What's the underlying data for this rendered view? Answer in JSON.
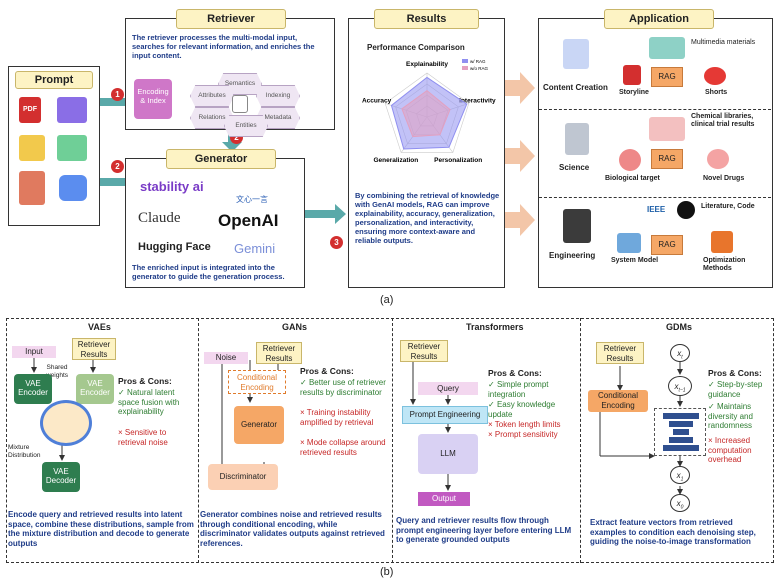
{
  "part_a": {
    "caption": "(a)",
    "prompt": {
      "title": "Prompt",
      "pdf_label": "PDF"
    },
    "retriever": {
      "title": "Retriever",
      "desc": "The retriever processes the multi-modal input, searches for relevant information, and enriches the input content.",
      "encoding": "Encoding & Index",
      "tags": [
        "Semantics",
        "Attributes",
        "Indexing",
        "Relations",
        "Metadata",
        "Entities"
      ]
    },
    "generator": {
      "title": "Generator",
      "logos": [
        "stability ai",
        "文心一言",
        "Claude",
        "OpenAI",
        "Hugging Face",
        "Gemini"
      ],
      "desc": "The enriched input is integrated into the generator to guide the generation process."
    },
    "results": {
      "title": "Results",
      "chart_title": "Performance Comparison",
      "desc": "By combining the retrieval of knowledge with GenAI models, RAG can improve explainability, accuracy, generalization, personalization, and interactivity, ensuring more context-aware and reliable outputs."
    },
    "application": {
      "title": "Application",
      "rag": "RAG",
      "rows": [
        {
          "name": "Content Creation",
          "top": "Multimedia materials",
          "left": "Storyline",
          "right": "Shorts"
        },
        {
          "name": "Science",
          "top": "Chemical libraries, clinical trial results",
          "left": "Biological target",
          "right": "Novel Drugs"
        },
        {
          "name": "Engineering",
          "top": "Literature, Code",
          "left": "System Model",
          "right": "Optimization Methods",
          "ieee": "IEEE"
        }
      ]
    },
    "badges": [
      "1",
      "2",
      "2",
      "3"
    ]
  },
  "chart_data": {
    "type": "radar",
    "title": "Performance Comparison",
    "axes": [
      "Explainability",
      "Interactivity",
      "Personalization",
      "Generalization",
      "Accuracy"
    ],
    "series": [
      {
        "name": "w/ RAG",
        "values": [
          0.9,
          0.95,
          0.85,
          0.9,
          0.85
        ],
        "color": "#8f8ff0"
      },
      {
        "name": "w/o RAG",
        "values": [
          0.6,
          0.55,
          0.5,
          0.55,
          0.6
        ],
        "color": "#e3a0c0"
      }
    ]
  },
  "part_b": {
    "caption": "(b)",
    "vaes": {
      "title": "VAEs",
      "input": "Input",
      "retriever": "Retriever Results",
      "shared": "Shared weights",
      "enc": "VAE Encoder",
      "dec": "VAE Decoder",
      "mixture": "Mixture Distribution",
      "pc_title": "Pros & Cons:",
      "pros": [
        "Natural latent space fusion with explainability"
      ],
      "cons": [
        "Sensitive to retrieval noise"
      ],
      "desc": "Encode query and retrieved results into latent space, combine these distributions, sample from the mixture distribution and decode to generate outputs"
    },
    "gans": {
      "title": "GANs",
      "noise": "Noise",
      "retriever": "Retriever Results",
      "cond": "Conditional Encoding",
      "gen": "Generator",
      "disc": "Discriminator",
      "pc_title": "Pros & Cons:",
      "pros": [
        "Better use of retriever results by discriminator"
      ],
      "cons": [
        "Training instability amplified by retrieval",
        "Mode collapse around retrieved results"
      ],
      "desc": "Generator combines noise and retrieved results through conditional encoding, while discriminator validates outputs against retrieved references."
    },
    "transformers": {
      "title": "Transformers",
      "retriever": "Retriever Results",
      "query": "Query",
      "pe": "Prompt Engineering",
      "llm": "LLM",
      "output": "Output",
      "pc_title": "Pros & Cons:",
      "pros": [
        "Simple prompt integration",
        "Easy knowledge update"
      ],
      "cons": [
        "Token length limits",
        "Prompt sensitivity"
      ],
      "desc": "Query and retriever results flow through prompt engineering layer before entering LLM to generate grounded outputs"
    },
    "gdms": {
      "title": "GDMs",
      "retriever": "Retriever Results",
      "cond": "Conditional Encoding",
      "xt": "x",
      "xt_sub": "t",
      "xt1_sub": "t−1",
      "x1_sub": "1",
      "x0_sub": "0",
      "pc_title": "Pros & Cons:",
      "pros": [
        "Step-by-step guidance",
        "Maintains diversity and randomness"
      ],
      "cons": [
        "Increased computation overhead"
      ],
      "desc": "Extract feature vectors from retrieved examples to condition each denoising step, guiding the noise-to-image transformation"
    }
  }
}
